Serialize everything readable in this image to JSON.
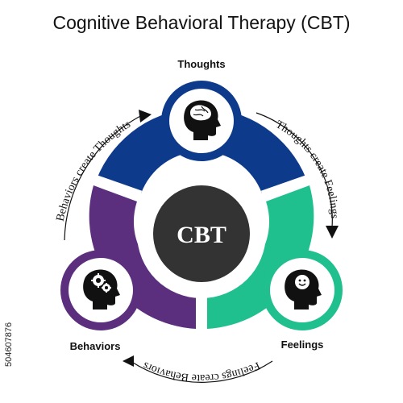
{
  "title": "Cognitive Behavioral Therapy (CBT)",
  "center_label": "CBT",
  "nodes": {
    "thoughts": {
      "label": "Thoughts",
      "color": "#0e3a8c",
      "icon": "brain-head-icon"
    },
    "feelings": {
      "label": "Feelings",
      "color": "#1fbf8e",
      "icon": "smiley-head-icon"
    },
    "behaviors": {
      "label": "Behaviors",
      "color": "#5b2f7e",
      "icon": "gears-head-icon"
    }
  },
  "arrows": {
    "thoughts_to_feelings": "Thoughts create Feelings",
    "feelings_to_behaviors": "Feelings create Behaviors",
    "behaviors_to_thoughts": "Behaviors create Thoughts"
  },
  "stock_id": "504607876",
  "colors": {
    "center": "#333333",
    "ring_gap": "#ffffff"
  }
}
